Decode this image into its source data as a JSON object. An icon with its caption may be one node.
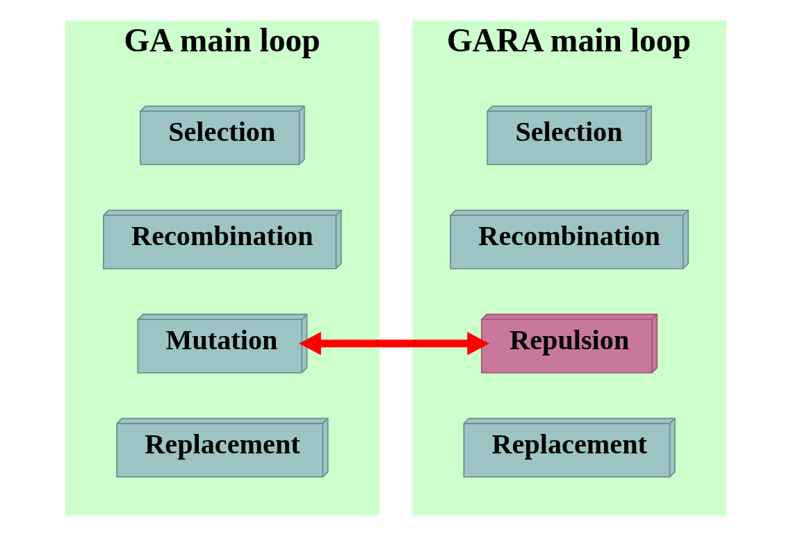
{
  "diagram": {
    "nodes": [
      {
        "text": [
          "GA main loop"
        ]
      },
      {
        "text": [
          "Selection"
        ],
        "in": 0
      },
      {
        "text": [
          "Recombination"
        ],
        "in": 0
      },
      {
        "text": [
          "Mutation"
        ],
        "in": 0
      },
      {
        "text": [
          "Replacement"
        ],
        "in": 0
      },
      {
        "text": [
          "GARA main loop"
        ]
      },
      {
        "text": [
          "Selection"
        ],
        "in": 5
      },
      {
        "text": [
          "Recombination"
        ],
        "in": 5
      },
      {
        "text": [
          "Repulsion"
        ],
        "in": 5
      },
      {
        "text": [
          "Replacement"
        ],
        "in": 5
      }
    ],
    "edges": [
      {
        "from": 3,
        "to": 8,
        "arrow": "both",
        "color": "#ff0000"
      }
    ]
  }
}
